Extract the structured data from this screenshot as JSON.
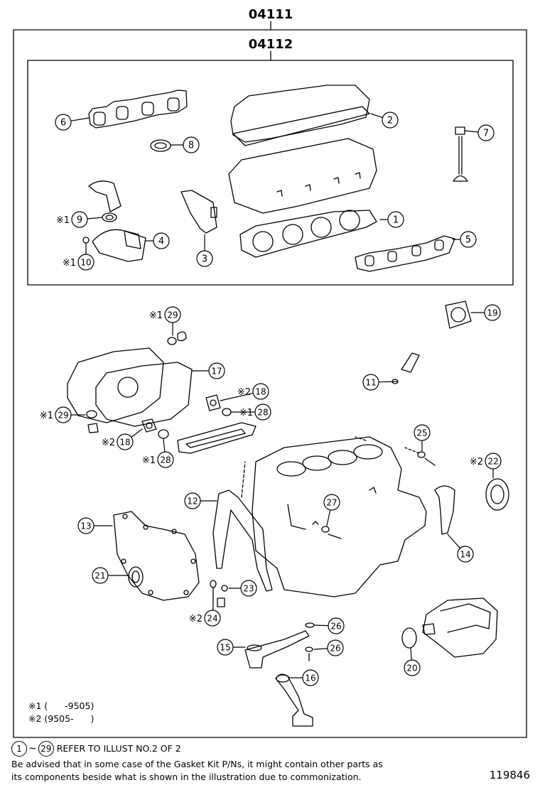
{
  "kit_outer": "04111",
  "kit_inner": "04112",
  "callouts": [
    {
      "num": "1"
    },
    {
      "num": "2"
    },
    {
      "num": "3"
    },
    {
      "num": "4"
    },
    {
      "num": "5"
    },
    {
      "num": "6"
    },
    {
      "num": "7"
    },
    {
      "num": "8"
    },
    {
      "num": "9",
      "mark": "※1"
    },
    {
      "num": "10",
      "mark": "※1"
    },
    {
      "num": "29",
      "mark": "※1"
    },
    {
      "num": "19"
    },
    {
      "num": "17"
    },
    {
      "num": "11"
    },
    {
      "num": "18",
      "mark": "※2"
    },
    {
      "num": "29",
      "mark": "※1"
    },
    {
      "num": "28",
      "mark": "※1"
    },
    {
      "num": "18",
      "mark": "※2"
    },
    {
      "num": "28",
      "mark": "※1"
    },
    {
      "num": "25"
    },
    {
      "num": "22",
      "mark": "※2"
    },
    {
      "num": "12"
    },
    {
      "num": "27"
    },
    {
      "num": "13"
    },
    {
      "num": "21"
    },
    {
      "num": "14"
    },
    {
      "num": "23"
    },
    {
      "num": "24",
      "mark": "※2"
    },
    {
      "num": "26"
    },
    {
      "num": "15"
    },
    {
      "num": "26"
    },
    {
      "num": "20"
    },
    {
      "num": "16"
    }
  ],
  "legend": {
    "note1": "※1 (      -9505)",
    "note2": "※2 (9505-      )"
  },
  "footer": {
    "ref_start": "1",
    "ref_end": "29",
    "ref_text": "REFER TO ILLUST NO.2 OF 2",
    "advice_line1": "Be advised that in some case of the Gasket Kit P/Ns,  it might contain other parts as",
    "advice_line2": "its components beside what is shown in the illustration due to commonization."
  },
  "drawing_number": "119846"
}
